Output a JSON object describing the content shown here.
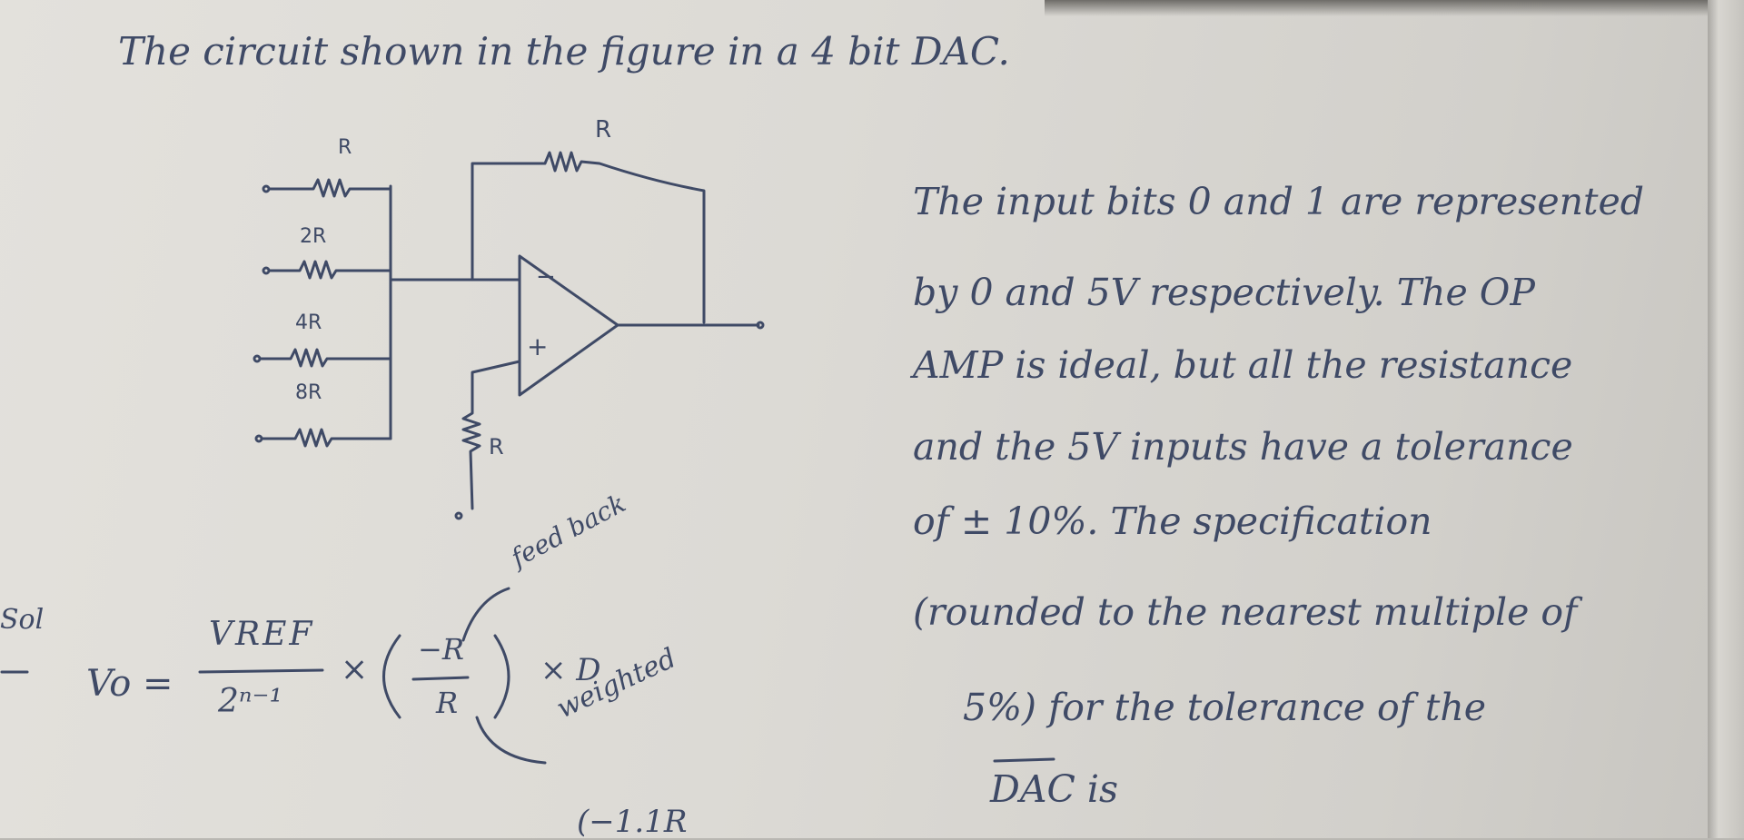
{
  "title": "The circuit shown in the figure in a 4 bit DAC.",
  "question_lines": [
    "The input bits 0 and 1 are represented",
    "by 0 and 5V respectively. The OP",
    "AMP is ideal, but all the resistance",
    "and the 5V inputs have a tolerance",
    "of ± 10%. The specification",
    "(rounded to the nearest multiple of",
    "5%) for the tolerance of the",
    "DAC is"
  ],
  "circuit": {
    "input_resistors": [
      "R",
      "2R",
      "4R",
      "8R"
    ],
    "feedback_resistor": "R",
    "ground_resistor": "R",
    "opamp_minus": "−",
    "opamp_plus": "+"
  },
  "solution": {
    "label": "Sol",
    "vo": "Vo =",
    "numerator": "VREF",
    "denominator": "2ⁿ⁻¹",
    "times": "×",
    "fraction_num": "−R",
    "fraction_den": "R",
    "times_d": "× D",
    "note_feedback": "feed back",
    "note_weighted": "weighted",
    "bottom_partial": "(−1.1R"
  }
}
